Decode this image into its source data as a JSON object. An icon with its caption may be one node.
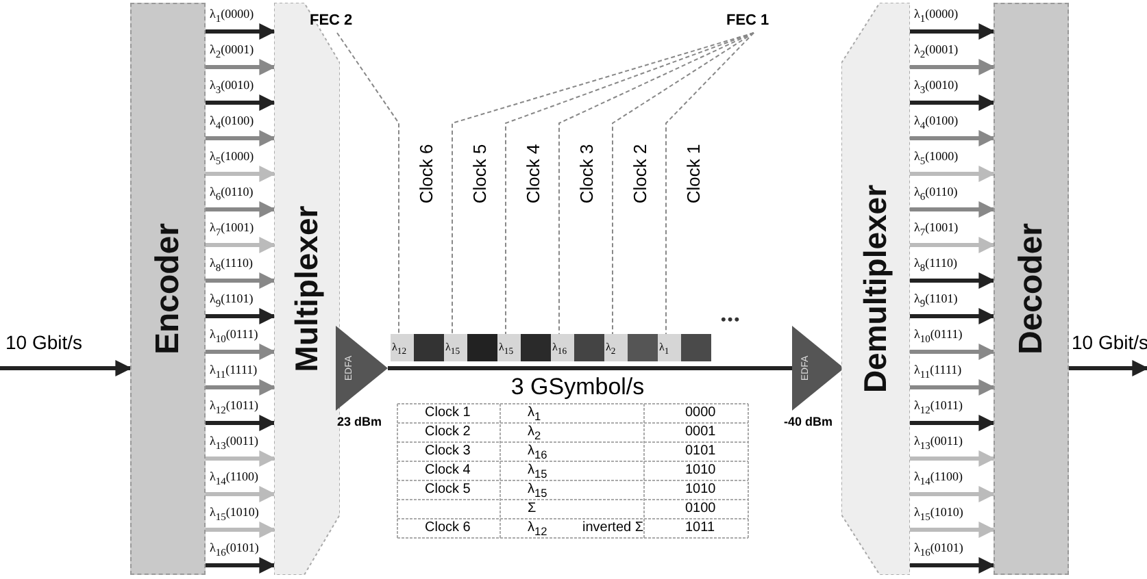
{
  "diagram": {
    "nodes": [
      {
        "text": [
          "Encoder"
        ]
      },
      {
        "text": [
          "Multiplexer"
        ]
      },
      {
        "text": [
          "EDFA"
        ],
        "beside": [
          "23 dBm"
        ]
      },
      {
        "text": [
          "EDFA"
        ],
        "beside": [
          "-40 dBm"
        ]
      },
      {
        "text": [
          "Demultiplexer"
        ]
      },
      {
        "text": [
          "Decoder"
        ]
      },
      {
        "text": [
          "FEC 2"
        ]
      },
      {
        "text": [
          "FEC 1"
        ]
      },
      {
        "text": [
          "λ$_{12}$"
        ]
      },
      {
        "text": [
          "λ$_{15}$"
        ]
      },
      {
        "text": [
          "λ$_{15}$"
        ]
      },
      {
        "text": [
          "λ$_{16}$"
        ]
      },
      {
        "text": [
          "λ$_{2}$"
        ]
      },
      {
        "text": [
          "λ$_{1}$"
        ]
      }
    ],
    "edges": [
      {
        "from": null,
        "to": 0,
        "arrow": "to",
        "label": "10 Gbit/s",
        "color": "#222222"
      },
      {
        "from": 0,
        "to": 1,
        "arrow": "to",
        "label": "λ$_{1}$(0000)",
        "color": "#222222"
      },
      {
        "from": 0,
        "to": 1,
        "arrow": "to",
        "label": "λ$_{2}$(0001)"
      },
      {
        "from": 0,
        "to": 1,
        "arrow": "to",
        "label": "λ$_{3}$(0010)",
        "color": "#222222"
      },
      {
        "from": 0,
        "to": 1,
        "arrow": "to",
        "label": "λ$_{4}$(0100)"
      },
      {
        "from": 0,
        "to": 1,
        "arrow": "to",
        "label": "λ$_{5}$(1000)",
        "color": "#bbbbbb"
      },
      {
        "from": 0,
        "to": 1,
        "arrow": "to",
        "label": "λ$_{6}$(0110)"
      },
      {
        "from": 0,
        "to": 1,
        "arrow": "to",
        "label": "λ$_{7}$(1001)",
        "color": "#bbbbbb"
      },
      {
        "from": 0,
        "to": 1,
        "arrow": "to",
        "label": "λ$_{8}$(1110)"
      },
      {
        "from": 0,
        "to": 1,
        "arrow": "to",
        "label": "λ$_{9}$(1101)",
        "color": "#222222"
      },
      {
        "from": 0,
        "to": 1,
        "arrow": "to",
        "label": "λ$_{10}$(0111)"
      },
      {
        "from": 0,
        "to": 1,
        "arrow": "to",
        "label": "λ$_{11}$(1111)"
      },
      {
        "from": 0,
        "to": 1,
        "arrow": "to",
        "label": "λ$_{12}$(1011)",
        "color": "#222222"
      },
      {
        "from": 0,
        "to": 1,
        "arrow": "to",
        "label": "λ$_{13}$(0011)",
        "color": "#bbbbbb"
      },
      {
        "from": 0,
        "to": 1,
        "arrow": "to",
        "label": "λ$_{14}$(1100)",
        "color": "#bbbbbb"
      },
      {
        "from": 0,
        "to": 1,
        "arrow": "to",
        "label": "λ$_{15}$(1010)",
        "color": "#bbbbbb"
      },
      {
        "from": 0,
        "to": 1,
        "arrow": "to",
        "label": "λ$_{16}$(0101)",
        "color": "#222222"
      },
      {
        "from": 2,
        "to": 3,
        "arrow": "none",
        "label": "3 GSymbol/s",
        "color": "#222222"
      },
      {
        "from": 4,
        "to": 5,
        "arrow": "to",
        "label": "λ$_{1}$(0000)",
        "color": "#222222"
      },
      {
        "from": 4,
        "to": 5,
        "arrow": "to",
        "label": "λ$_{2}$(0001)"
      },
      {
        "from": 4,
        "to": 5,
        "arrow": "to",
        "label": "λ$_{3}$(0010)",
        "color": "#222222"
      },
      {
        "from": 4,
        "to": 5,
        "arrow": "to",
        "label": "λ$_{4}$(0100)"
      },
      {
        "from": 4,
        "to": 5,
        "arrow": "to",
        "label": "λ$_{5}$(1000)",
        "color": "#bbbbbb"
      },
      {
        "from": 4,
        "to": 5,
        "arrow": "to",
        "label": "λ$_{6}$(0110)"
      },
      {
        "from": 4,
        "to": 5,
        "arrow": "to",
        "label": "λ$_{7}$(1001)",
        "color": "#bbbbbb"
      },
      {
        "from": 4,
        "to": 5,
        "arrow": "to",
        "label": "λ$_{8}$(1110)",
        "color": "#222222"
      },
      {
        "from": 4,
        "to": 5,
        "arrow": "to",
        "label": "λ$_{9}$(1101)",
        "color": "#222222"
      },
      {
        "from": 4,
        "to": 5,
        "arrow": "to",
        "label": "λ$_{10}$(0111)"
      },
      {
        "from": 4,
        "to": 5,
        "arrow": "to",
        "label": "λ$_{11}$(1111)"
      },
      {
        "from": 4,
        "to": 5,
        "arrow": "to",
        "label": "λ$_{12}$(1011)",
        "color": "#222222"
      },
      {
        "from": 4,
        "to": 5,
        "arrow": "to",
        "label": "λ$_{13}$(0011)",
        "color": "#bbbbbb"
      },
      {
        "from": 4,
        "to": 5,
        "arrow": "to",
        "label": "λ$_{14}$(1100)",
        "color": "#bbbbbb"
      },
      {
        "from": 4,
        "to": 5,
        "arrow": "to",
        "label": "λ$_{15}$(1010)",
        "color": "#bbbbbb"
      },
      {
        "from": 4,
        "to": 5,
        "arrow": "to",
        "label": "λ$_{16}$(0101)",
        "color": "#222222"
      },
      {
        "from": 5,
        "to": null,
        "arrow": "to",
        "label": "10 Gbit/s",
        "color": "#222222"
      },
      {
        "from": 6,
        "to": 8,
        "arrow": "none",
        "style": "dashed"
      },
      {
        "from": 7,
        "to": 9,
        "arrow": "none",
        "style": "dashed"
      },
      {
        "from": 7,
        "to": 10,
        "arrow": "none",
        "style": "dashed"
      },
      {
        "from": 7,
        "to": 11,
        "arrow": "none",
        "style": "dashed"
      },
      {
        "from": 7,
        "to": 12,
        "arrow": "none",
        "style": "dashed"
      },
      {
        "from": 7,
        "to": 13,
        "arrow": "none",
        "style": "dashed"
      }
    ],
    "labels": [
      "Clock 6",
      "Clock 5",
      "Clock 4",
      "Clock 3",
      "Clock 2",
      "Clock 1",
      "•••",
      "Clock 1",
      "λ$_{1}$",
      "0000",
      "Clock 2",
      "λ$_{2}$",
      "0001",
      "Clock 3",
      "λ$_{16}$",
      "0101",
      "Clock 4",
      "λ$_{15}$",
      "1010",
      "Clock 5",
      "λ$_{15}$",
      "1010",
      "Σ",
      "0100",
      "Clock 6",
      "λ$_{12}$",
      "inverted Σ",
      "1011"
    ]
  }
}
